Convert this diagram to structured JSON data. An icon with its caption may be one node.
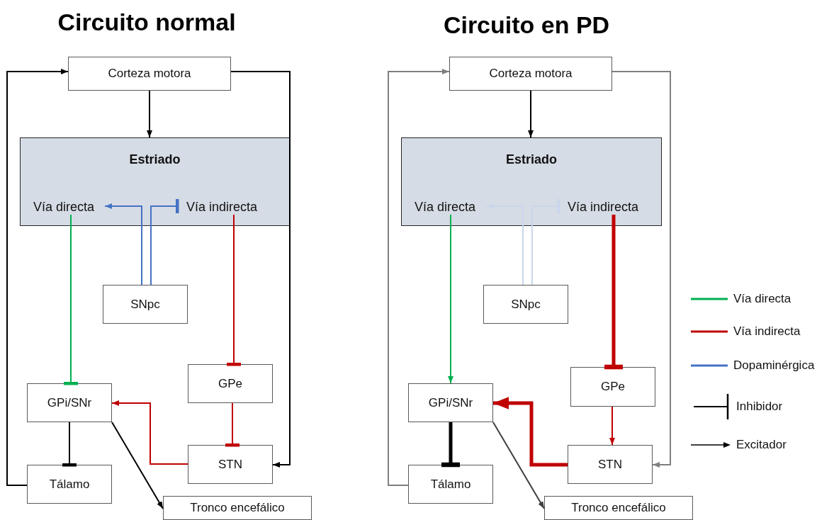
{
  "diagram": {
    "nodes": [
      {
        "text": [
          "Corteza motora"
        ]
      },
      {
        "text": [
          "Estriado"
        ]
      },
      {
        "text": [
          "Vía directa"
        ],
        "in": 1
      },
      {
        "text": [
          "Vía indirecta"
        ],
        "in": 1
      },
      {
        "text": [
          "SNpc"
        ]
      },
      {
        "text": [
          "GPe"
        ]
      },
      {
        "text": [
          "GPi/SNr"
        ]
      },
      {
        "text": [
          "STN"
        ]
      },
      {
        "text": [
          "Tálamo"
        ]
      },
      {
        "text": [
          "Tronco encefálico"
        ]
      },
      {
        "text": [
          "Corteza motora"
        ]
      },
      {
        "text": [
          "Estriado"
        ]
      },
      {
        "text": [
          "Vía directa"
        ],
        "in": 11
      },
      {
        "text": [
          "Vía indirecta"
        ],
        "in": 11
      },
      {
        "text": [
          "SNpc"
        ]
      },
      {
        "text": [
          "GPe"
        ]
      },
      {
        "text": [
          "GPi/SNr"
        ]
      },
      {
        "text": [
          "STN"
        ]
      },
      {
        "text": [
          "Tálamo"
        ]
      },
      {
        "text": [
          "Tronco encefálico"
        ]
      }
    ],
    "edges": [
      {
        "from": 0,
        "to": 1,
        "arrow": "to"
      },
      {
        "from": 0,
        "to": 7,
        "arrow": "to"
      },
      {
        "from": 8,
        "to": 0,
        "arrow": "to"
      },
      {
        "from": 4,
        "to": 2,
        "arrow": "to",
        "color": "#4472c4"
      },
      {
        "from": 4,
        "to": 3,
        "arrow": "other",
        "color": "#4472c4"
      },
      {
        "from": 2,
        "to": 6,
        "arrow": "other",
        "color": "#00b050"
      },
      {
        "from": 3,
        "to": 5,
        "arrow": "other",
        "color": "#c00000"
      },
      {
        "from": 5,
        "to": 7,
        "arrow": "other",
        "color": "#c00000"
      },
      {
        "from": 7,
        "to": 6,
        "arrow": "to",
        "color": "#c00000"
      },
      {
        "from": 6,
        "to": 8,
        "arrow": "other"
      },
      {
        "from": 6,
        "to": 9,
        "arrow": "to"
      },
      {
        "from": 10,
        "to": 11,
        "arrow": "to"
      },
      {
        "from": 10,
        "to": 17,
        "arrow": "to",
        "color": "#7f7f7f"
      },
      {
        "from": 18,
        "to": 10,
        "arrow": "to",
        "color": "#7f7f7f"
      },
      {
        "from": 14,
        "to": 12,
        "arrow": "to",
        "color": "#c9d6ec"
      },
      {
        "from": 14,
        "to": 13,
        "arrow": "other",
        "color": "#c9d6ec"
      },
      {
        "from": 12,
        "to": 16,
        "arrow": "to",
        "color": "#00b050"
      },
      {
        "from": 13,
        "to": 15,
        "arrow": "other",
        "style": "thick",
        "color": "#c00000"
      },
      {
        "from": 15,
        "to": 17,
        "arrow": "to",
        "color": "#c00000"
      },
      {
        "from": 17,
        "to": 16,
        "arrow": "to",
        "style": "thick",
        "color": "#c00000"
      },
      {
        "from": 16,
        "to": 18,
        "arrow": "other",
        "style": "thick"
      },
      {
        "from": 16,
        "to": 19,
        "arrow": "to",
        "color": "#404040"
      }
    ],
    "labels": [
      "Circuito normal",
      "Circuito en PD"
    ],
    "legend": [
      {
        "text": "Vía directa",
        "color": "#00b050"
      },
      {
        "text": "Vía indirecta",
        "color": "#c00000"
      },
      {
        "text": "Dopaminérgica",
        "color": "#4472c4"
      },
      {
        "text": "Inhibidor"
      },
      {
        "text": "Excitador"
      }
    ]
  }
}
